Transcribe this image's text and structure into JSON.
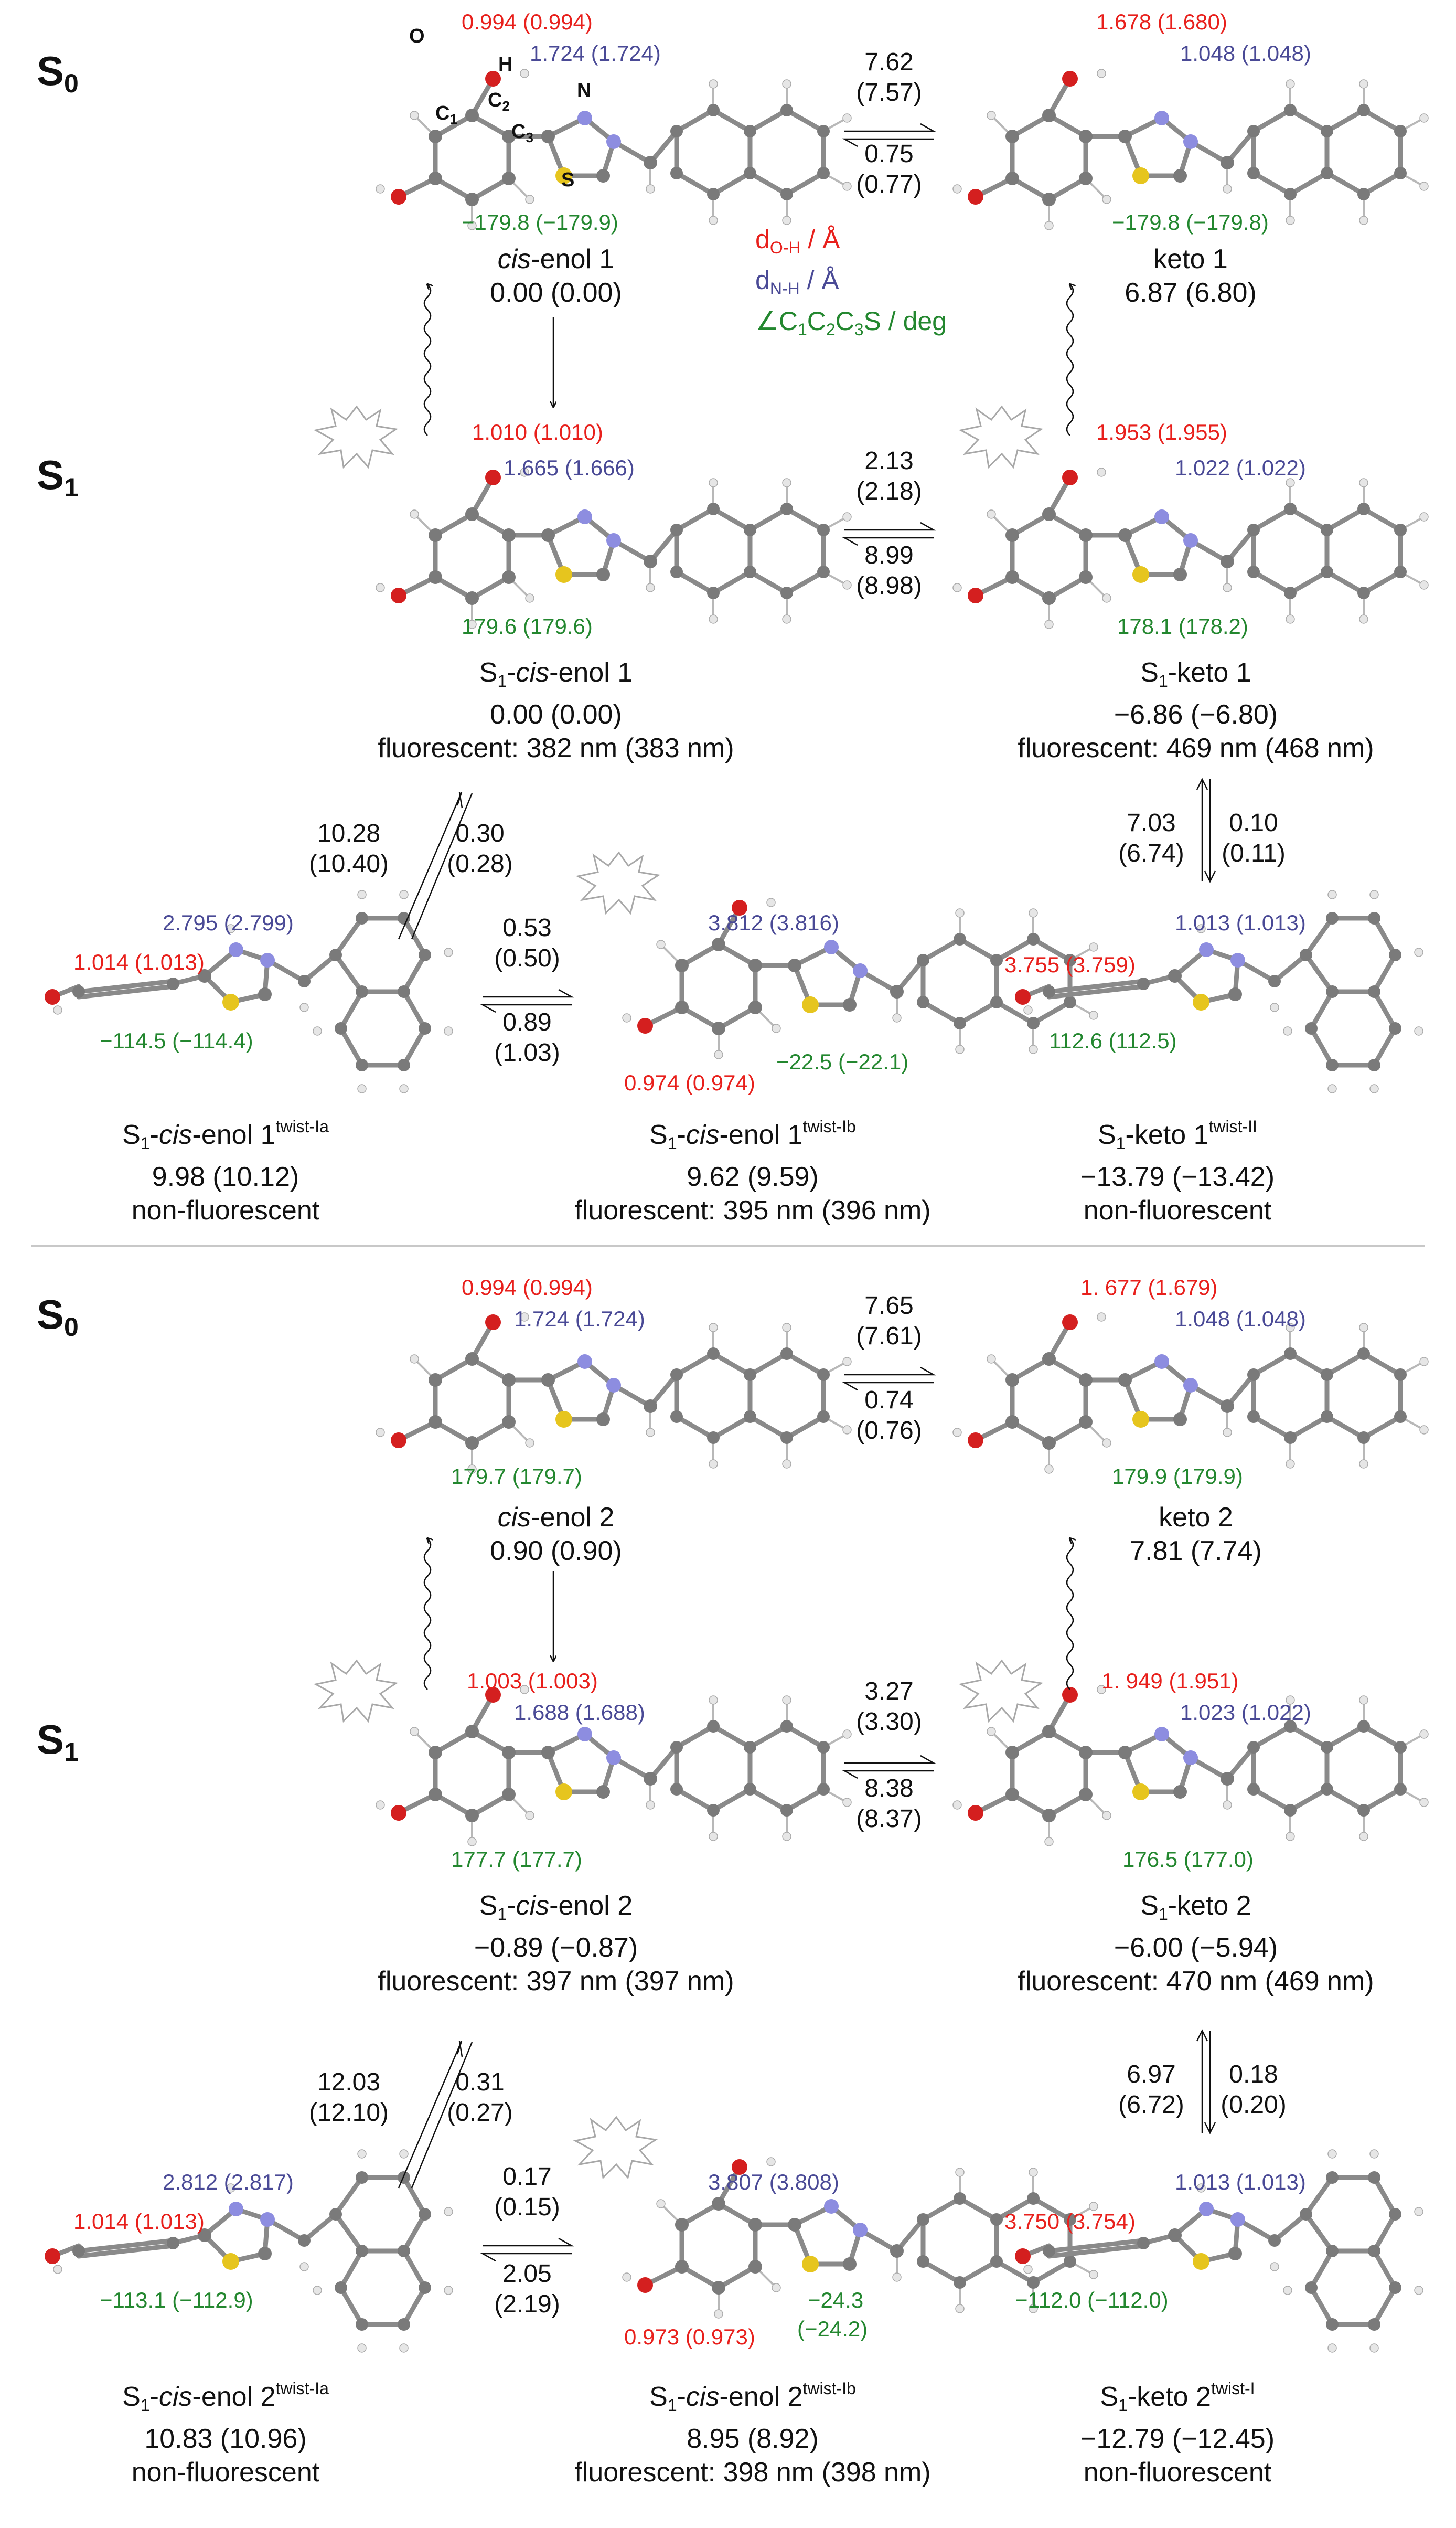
{
  "states": {
    "s0": "S",
    "s0_sub": "0",
    "s1": "S",
    "s1_sub": "1"
  },
  "legend": {
    "doh": "d",
    "doh_sub": "O-H",
    "doh_unit": " / Å",
    "dnh": "d",
    "dnh_sub": "N-H",
    "dnh_unit": " / Å",
    "angle": "∠C",
    "angle_sub1": "1",
    "angle_c2": "C",
    "angle_sub2": "2",
    "angle_c3": "C",
    "angle_sub3": "3",
    "angle_rest": "S / deg"
  },
  "atoms": {
    "o": "O",
    "h": "H",
    "n": "N",
    "s": "S",
    "c1": "C",
    "c1_sub": "1",
    "c2": "C",
    "c2_sub": "2",
    "c3": "C",
    "c3_sub": "3"
  },
  "colors": {
    "oxygen": "#d41f1f",
    "nitrogen": "#8d8de0",
    "sulfur": "#e6c51e",
    "carbon": "#7a7a7a",
    "hydrogen": "#e6e6e6",
    "doh_text": "#e8201c",
    "dnh_text": "#4a4a96",
    "angle_text": "#23872f"
  },
  "top": {
    "cis_enol": {
      "name_pre": "",
      "name_it": "cis",
      "name_post": "-enol 1",
      "energy": "0.00 (0.00)",
      "doh": "0.994 (0.994)",
      "dnh": "1.724 (1.724)",
      "angle": "−179.8 (−179.9)"
    },
    "keto": {
      "name": "keto 1",
      "energy": "6.87 (6.80)",
      "doh": "1.678 (1.680)",
      "dnh": "1.048 (1.048)",
      "angle": "−179.8 (−179.8)"
    },
    "s0_rates": {
      "fwd": "7.62",
      "fwd_p": "(7.57)",
      "back": "0.75",
      "back_p": "(0.77)"
    },
    "s1_cis_enol": {
      "name_pre": "S",
      "name_sub": "1",
      "name_it": "cis",
      "name_post": "-enol 1",
      "energy": "0.00 (0.00)",
      "fluor": "fluorescent: 382 nm (383 nm)",
      "doh": "1.010 (1.010)",
      "dnh": "1.665 (1.666)",
      "angle": "179.6 (179.6)"
    },
    "s1_keto": {
      "name_pre": "S",
      "name_sub": "1",
      "name_post": "-keto 1",
      "energy": "−6.86 (−6.80)",
      "fluor": "fluorescent: 469 nm (468 nm)",
      "doh": "1.953 (1.955)",
      "dnh": "1.022 (1.022)",
      "angle": "178.1 (178.2)"
    },
    "s1_rates": {
      "fwd": "2.13",
      "fwd_p": "(2.18)",
      "back": "8.99",
      "back_p": "(8.98)"
    },
    "diag_rates": {
      "a": "10.28",
      "a_p": "(10.40)",
      "b": "0.30",
      "b_p": "(0.28)"
    },
    "keto_vert_rates": {
      "a": "7.03",
      "a_p": "(6.74)",
      "b": "0.10",
      "b_p": "(0.11)"
    },
    "twist_ia": {
      "name_pre": "S",
      "name_sub": "1",
      "name_it": "cis",
      "name_post": "-enol 1",
      "name_sup": "twist-Ia",
      "energy": "9.98 (10.12)",
      "status": "non-fluorescent",
      "doh": "1.014 (1.013)",
      "dnh": "2.795 (2.799)",
      "angle": "−114.5 (−114.4)"
    },
    "twist_ib": {
      "name_pre": "S",
      "name_sub": "1",
      "name_it": "cis",
      "name_post": "-enol 1",
      "name_sup": "twist-Ib",
      "energy": "9.62 (9.59)",
      "status": "fluorescent: 395 nm (396 nm)",
      "doh": "0.974 (0.974)",
      "dnh": "3.812 (3.816)",
      "angle": "−22.5 (−22.1)"
    },
    "twist_ii": {
      "name_pre": "S",
      "name_sub": "1",
      "name_post": "-keto 1",
      "name_sup": "twist-II",
      "energy": "−13.79 (−13.42)",
      "status": "non-fluorescent",
      "doh": "3.755 (3.759)",
      "dnh": "1.013 (1.013)",
      "angle": "112.6 (112.5)"
    },
    "twist_rates": {
      "fwd": "0.53",
      "fwd_p": "(0.50)",
      "back": "0.89",
      "back_p": "(1.03)"
    }
  },
  "bottom": {
    "cis_enol": {
      "name_it": "cis",
      "name_post": "-enol 2",
      "energy": "0.90 (0.90)",
      "doh": "0.994 (0.994)",
      "dnh": "1.724 (1.724)",
      "angle": "179.7 (179.7)"
    },
    "keto": {
      "name": "keto 2",
      "energy": "7.81 (7.74)",
      "doh": "1. 677 (1.679)",
      "dnh": "1.048 (1.048)",
      "angle": "179.9 (179.9)"
    },
    "s0_rates": {
      "fwd": "7.65",
      "fwd_p": "(7.61)",
      "back": "0.74",
      "back_p": "(0.76)"
    },
    "s1_cis_enol": {
      "name_pre": "S",
      "name_sub": "1",
      "name_it": "cis",
      "name_post": "-enol 2",
      "energy": "−0.89 (−0.87)",
      "fluor": "fluorescent: 397 nm (397 nm)",
      "doh": "1.003 (1.003)",
      "dnh": "1.688 (1.688)",
      "angle": "177.7 (177.7)"
    },
    "s1_keto": {
      "name_pre": "S",
      "name_sub": "1",
      "name_post": "-keto 2",
      "energy": "−6.00 (−5.94)",
      "fluor": "fluorescent: 470 nm (469 nm)",
      "doh": "1. 949 (1.951)",
      "dnh": "1.023 (1.022)",
      "angle": "176.5 (177.0)"
    },
    "s1_rates": {
      "fwd": "3.27",
      "fwd_p": "(3.30)",
      "back": "8.38",
      "back_p": "(8.37)"
    },
    "diag_rates": {
      "a": "12.03",
      "a_p": "(12.10)",
      "b": "0.31",
      "b_p": "(0.27)"
    },
    "keto_vert_rates": {
      "a": "6.97",
      "a_p": "(6.72)",
      "b": "0.18",
      "b_p": "(0.20)"
    },
    "twist_ia": {
      "name_pre": "S",
      "name_sub": "1",
      "name_it": "cis",
      "name_post": "-enol 2",
      "name_sup": "twist-Ia",
      "energy": "10.83 (10.96)",
      "status": "non-fluorescent",
      "doh": "1.014 (1.013)",
      "dnh": "2.812 (2.817)",
      "angle": "−113.1 (−112.9)"
    },
    "twist_ib": {
      "name_pre": "S",
      "name_sub": "1",
      "name_it": "cis",
      "name_post": "-enol 2",
      "name_sup": "twist-Ib",
      "energy": "8.95 (8.92)",
      "status": "fluorescent: 398 nm (398 nm)",
      "doh": "0.973 (0.973)",
      "dnh": "3.807 (3.808)",
      "angle": "−24.3",
      "angle2": "(−24.2)"
    },
    "twist_i": {
      "name_pre": "S",
      "name_sub": "1",
      "name_post": "-keto 2",
      "name_sup": "twist-I",
      "energy": "−12.79 (−12.45)",
      "status": "non-fluorescent",
      "doh": "3.750 (3.754)",
      "dnh": "1.013 (1.013)",
      "angle": "−112.0 (−112.0)"
    },
    "twist_rates": {
      "fwd": "0.17",
      "fwd_p": "(0.15)",
      "back": "2.05",
      "back_p": "(2.19)"
    }
  }
}
